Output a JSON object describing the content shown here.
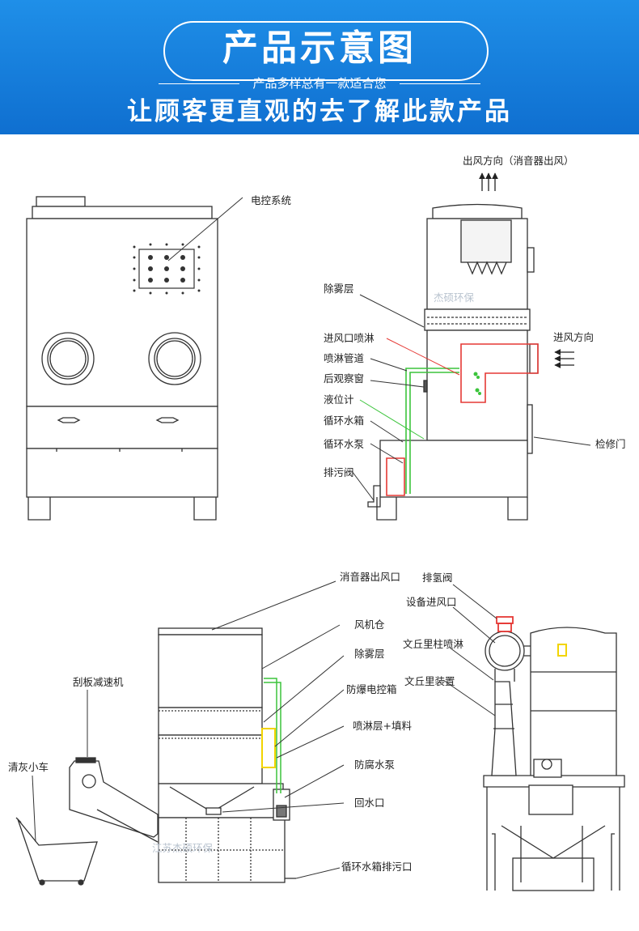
{
  "banner": {
    "title": "产品示意图",
    "subtitle": "产品多样总有一款适合您",
    "headline": "让顾客更直观的去了解此款产品",
    "bg_color": "#1580e0"
  },
  "front_view": {
    "label_control": "电控系统"
  },
  "side_view": {
    "label_outlet": "出风方向（消音器出风）",
    "label_demist": "除雾层",
    "label_inlet_dir": "进风方向",
    "label_inlet_spray": "进风口喷淋",
    "label_spray_pipe": "喷淋管道",
    "label_rear_window": "后观察窗",
    "label_level_gauge": "液位计",
    "label_tank": "循环水箱",
    "label_pump": "循环水泵",
    "label_drain_valve": "排污阀",
    "label_access_door": "检修门",
    "watermark": "杰硕环保"
  },
  "bottom_left": {
    "label_silencer": "消音器出风口",
    "label_fan": "风机仓",
    "label_demist": "除雾层",
    "label_ex_box": "防爆电控箱",
    "label_spray_fill": "喷淋层+填料",
    "label_pump": "防腐水泵",
    "label_return": "回水口",
    "label_drain": "循环水箱排污口",
    "label_scraper": "刮板减速机",
    "label_cart": "清灰小车",
    "watermark": "江苏杰硕环保"
  },
  "bottom_right": {
    "label_h2_valve": "排氢阀",
    "label_inlet": "设备进风口",
    "label_venturi_spray": "文丘里柱喷淋",
    "label_venturi": "文丘里装置"
  }
}
